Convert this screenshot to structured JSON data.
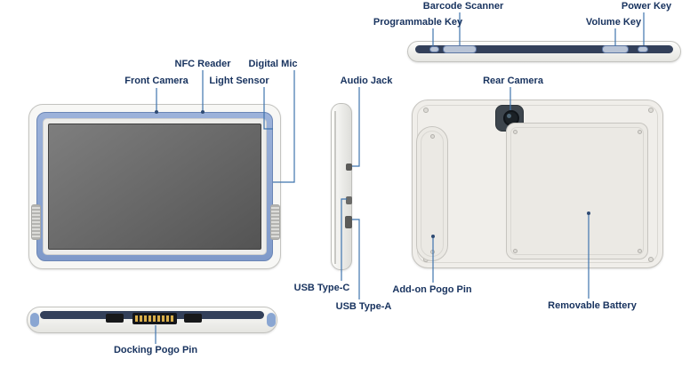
{
  "diagram": {
    "title": "Tablet hardware features diagram",
    "labels": {
      "front_camera": "Front Camera",
      "nfc_reader": "NFC Reader",
      "digital_mic": "Digital Mic",
      "light_sensor": "Light Sensor",
      "audio_jack": "Audio Jack",
      "barcode_scanner": "Barcode Scanner",
      "programmable_key": "Programmable Key",
      "volume_key": "Volume Key",
      "power_key": "Power Key",
      "rear_camera": "Rear Camera",
      "usb_type_c": "USB Type-C",
      "usb_type_a": "USB Type-A",
      "add_on_pogo_pin": "Add-on Pogo Pin",
      "removable_battery": "Removable Battery",
      "docking_pogo_pin": "Docking Pogo Pin"
    },
    "colors": {
      "label_text": "#17325e",
      "leader_line": "#3f74ae",
      "frame_blue": "#8aa6d2",
      "casing": "#f4f4f2",
      "screen_dark": "#5a5a5a",
      "navy_band": "#33405a",
      "gold_pins": "#d9ae4a"
    }
  }
}
